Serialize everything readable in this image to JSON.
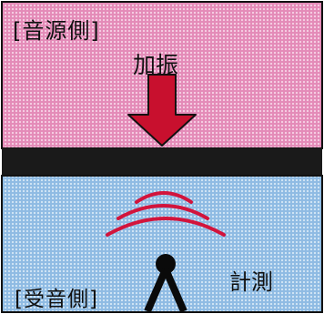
{
  "source_side": {
    "label": "[音源側]"
  },
  "excitation": {
    "label": "加振"
  },
  "receiver_side": {
    "label": "[受音側]"
  },
  "measurement": {
    "label": "計測"
  },
  "colors": {
    "source_room": "#e9a7c8",
    "receiver_room": "#a9cbe8",
    "partition": "#1a1a1a",
    "arrow": "#c8102e",
    "sound_waves": "#d2143c",
    "microphone": "#0a0a0a"
  },
  "icons": {
    "arrow": "down-arrow-icon",
    "waves": "sound-wave-icon",
    "sensor": "microphone-tripod-icon"
  }
}
